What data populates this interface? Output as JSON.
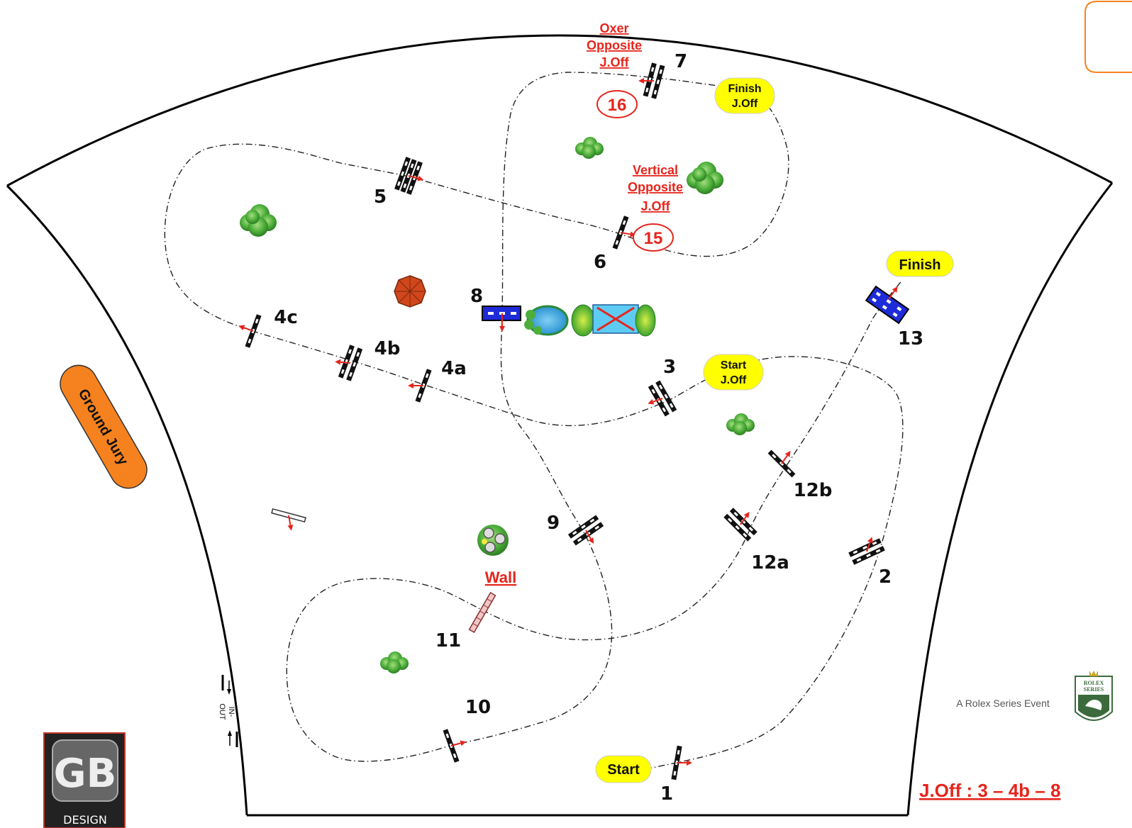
{
  "labels": {
    "oxer": [
      "Oxer",
      "Opposite",
      "J.Off"
    ],
    "vertical": [
      "Vertical",
      "Opposite",
      "J.Off"
    ],
    "wall": "Wall",
    "finish_joff": [
      "Finish",
      "J.Off"
    ],
    "start_joff": [
      "Start",
      "J.Off"
    ],
    "finish": "Finish",
    "start": "Start",
    "ground_jury": "Ground Jury",
    "in": "IN-",
    "out": "OUT",
    "rolex": "A Rolex Series Event",
    "rolex_badge": [
      "ROLEX",
      "SERIES"
    ],
    "joff_sequence": "J.Off : 3 – 4b – 8",
    "logo_letters": "GB",
    "logo_word": "DESIGN"
  },
  "obstacles": [
    "1",
    "2",
    "3",
    "4a",
    "4b",
    "4c",
    "5",
    "6",
    "7",
    "8",
    "9",
    "10",
    "11",
    "12a",
    "12b",
    "13"
  ],
  "joff_numbers": [
    "15",
    "16"
  ],
  "colors": {
    "red": "#e5251c",
    "yellow": "#ffff00",
    "orange": "#f5821f",
    "blue": "#1d2bd8",
    "water": "#3aa9e0",
    "tree": "#4caf3a",
    "umbrella": "#d1461c"
  },
  "icons": [
    "tree-icon",
    "umbrella-icon",
    "water-jump-icon",
    "flower-pot-icon",
    "logo-icon",
    "rolex-crown-icon"
  ]
}
